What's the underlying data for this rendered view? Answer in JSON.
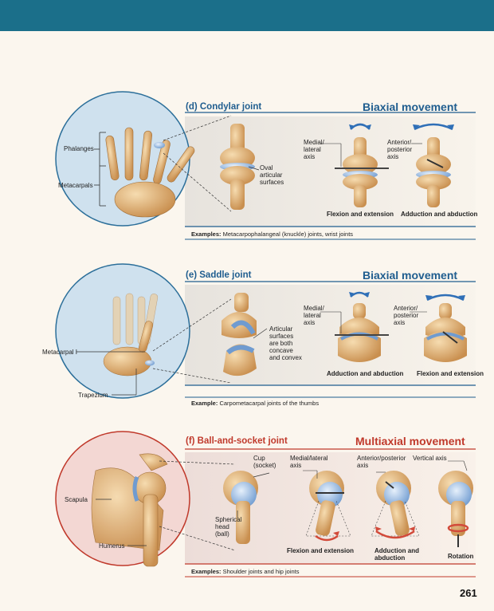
{
  "page_number": "261",
  "colors": {
    "banner": "#1b6f8a",
    "biaxial": "#1f5d8f",
    "multiaxial": "#c0392b",
    "bone": "#e2b57a",
    "cartilage": "#8fb3dc"
  },
  "sections": [
    {
      "title": "(d) Condylar joint",
      "movement": "Biaxial movement",
      "hand_labels": [
        "Phalanges",
        "Metacarpals"
      ],
      "joint_label": "Oval\narticular\nsurfaces",
      "axis_labels": [
        "Medial/\nlateral\naxis",
        "Anterior/\nposterior\naxis"
      ],
      "captions": [
        "Flexion and extension",
        "Adduction and abduction"
      ],
      "examples_prefix": "Examples:",
      "examples_text": "Metacarpophalangeal (knuckle) joints, wrist joints"
    },
    {
      "title": "(e) Saddle joint",
      "movement": "Biaxial movement",
      "hand_labels": [
        "Metacarpal I",
        "Trapezium"
      ],
      "joint_label": "Articular\nsurfaces\nare both\nconcave\nand convex",
      "axis_labels": [
        "Medial/\nlateral\naxis",
        "Anterior/\nposterior\naxis"
      ],
      "captions": [
        "Adduction and abduction",
        "Flexion and extension"
      ],
      "examples_prefix": "Example:",
      "examples_text": "Carpometacarpal joints of the thumbs"
    },
    {
      "title": "(f) Ball-and-socket joint",
      "movement": "Multiaxial movement",
      "hand_labels": [
        "Scapula",
        "Humerus"
      ],
      "cup_label": "Cup\n(socket)",
      "joint_label": "Spherical\nhead\n(ball)",
      "axis_labels": [
        "Medial/lateral\naxis",
        "Anterior/posterior\naxis",
        "Vertical axis"
      ],
      "captions": [
        "Flexion and extension",
        "Adduction and\nabduction",
        "Rotation"
      ],
      "examples_prefix": "Examples:",
      "examples_text": "Shoulder joints and hip joints"
    }
  ]
}
